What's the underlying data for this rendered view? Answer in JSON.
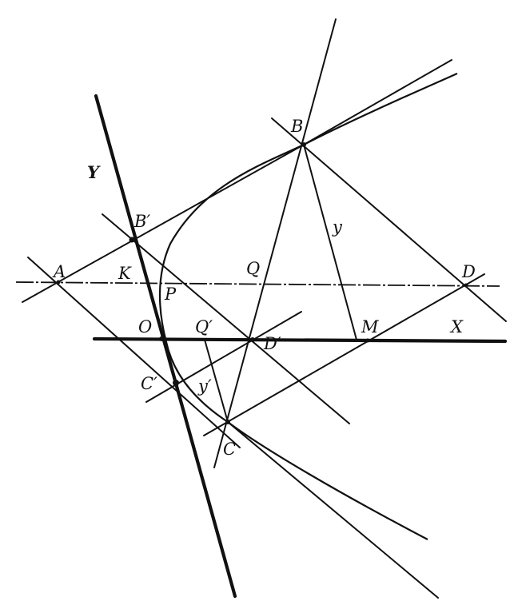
{
  "figure": {
    "labels": {
      "A": "A",
      "B": "B",
      "B_prime": "B′",
      "C": "C",
      "C_prime": "C′",
      "D": "D",
      "D_prime": "D′",
      "K": "K",
      "P": "P",
      "O": "O",
      "Q": "Q",
      "Q_prime": "Q′",
      "M": "M",
      "X": "X",
      "Y": "Y",
      "y": "y",
      "y_prime": "y′"
    },
    "colors": {
      "ink": "#111111",
      "paper": "#ffffff"
    }
  }
}
